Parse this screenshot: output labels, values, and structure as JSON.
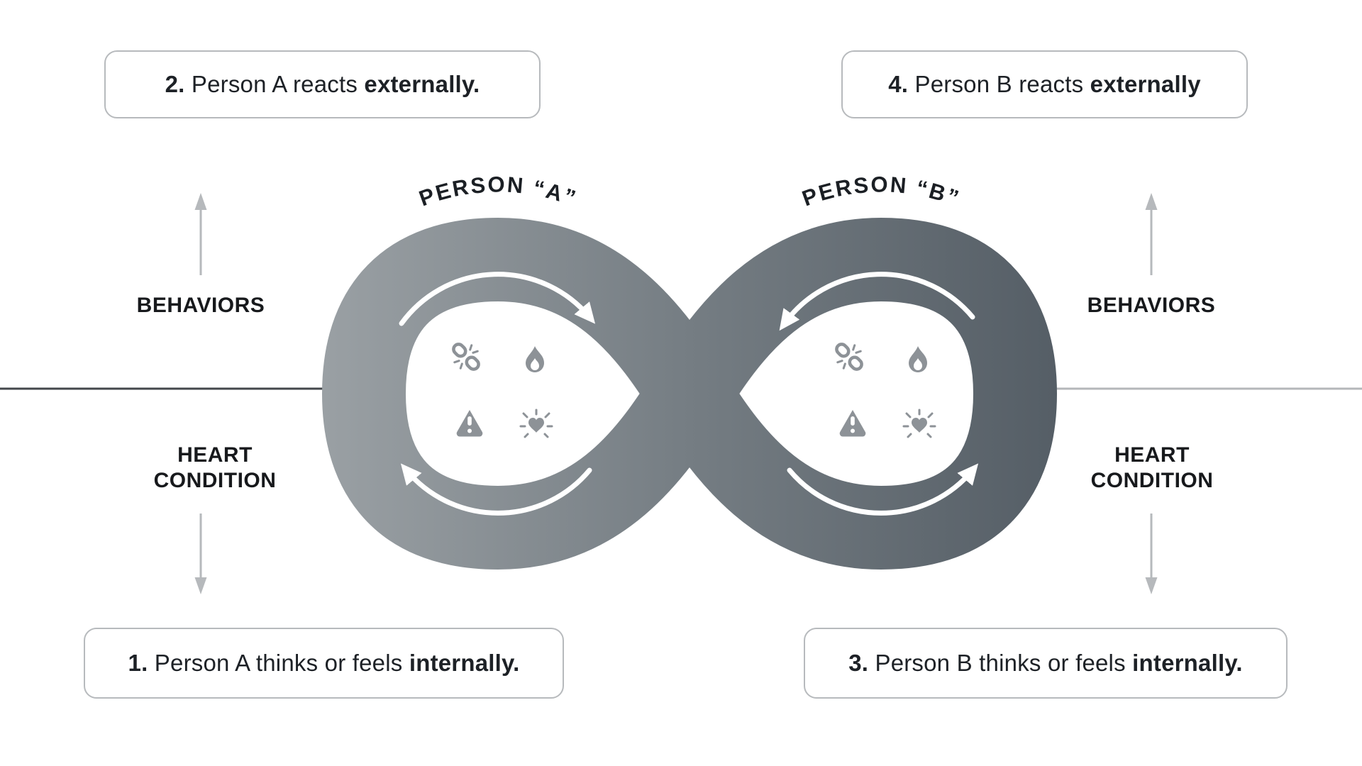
{
  "diagram": {
    "person_a_label": "PERSON “A”",
    "person_b_label": "PERSON “B”"
  },
  "boxes": {
    "step2": {
      "number": "2.",
      "text": " Person A reacts ",
      "emphasis": "externally."
    },
    "step4": {
      "number": "4.",
      "text": " Person B reacts ",
      "emphasis": "externally"
    },
    "step1": {
      "number": "1.",
      "text": " Person A thinks or feels ",
      "emphasis": "internally."
    },
    "step3": {
      "number": "3.",
      "text": " Person B thinks or feels ",
      "emphasis": "internally."
    }
  },
  "side_labels": {
    "left": {
      "behaviors": "BEHAVIORS",
      "heart_line1": "HEART",
      "heart_line2": "CONDITION"
    },
    "right": {
      "behaviors": "BEHAVIORS",
      "heart_line1": "HEART",
      "heart_line2": "CONDITION"
    }
  },
  "icons": {
    "cluster": [
      "broken-link-icon",
      "flame-icon",
      "warning-icon",
      "sparkle-heart-icon"
    ]
  },
  "colors": {
    "loop_gradient_start": "#9aa0a4",
    "loop_gradient_mid": "#757d83",
    "loop_gradient_end": "#555e66",
    "divider_left": "#43474b",
    "divider_right": "#b4b7ba",
    "box_border": "#b7babd",
    "text": "#1d2126",
    "icon": "#8d9297",
    "side_arrow": "#b6b9bc",
    "cycle_arrow": "#ffffff"
  }
}
